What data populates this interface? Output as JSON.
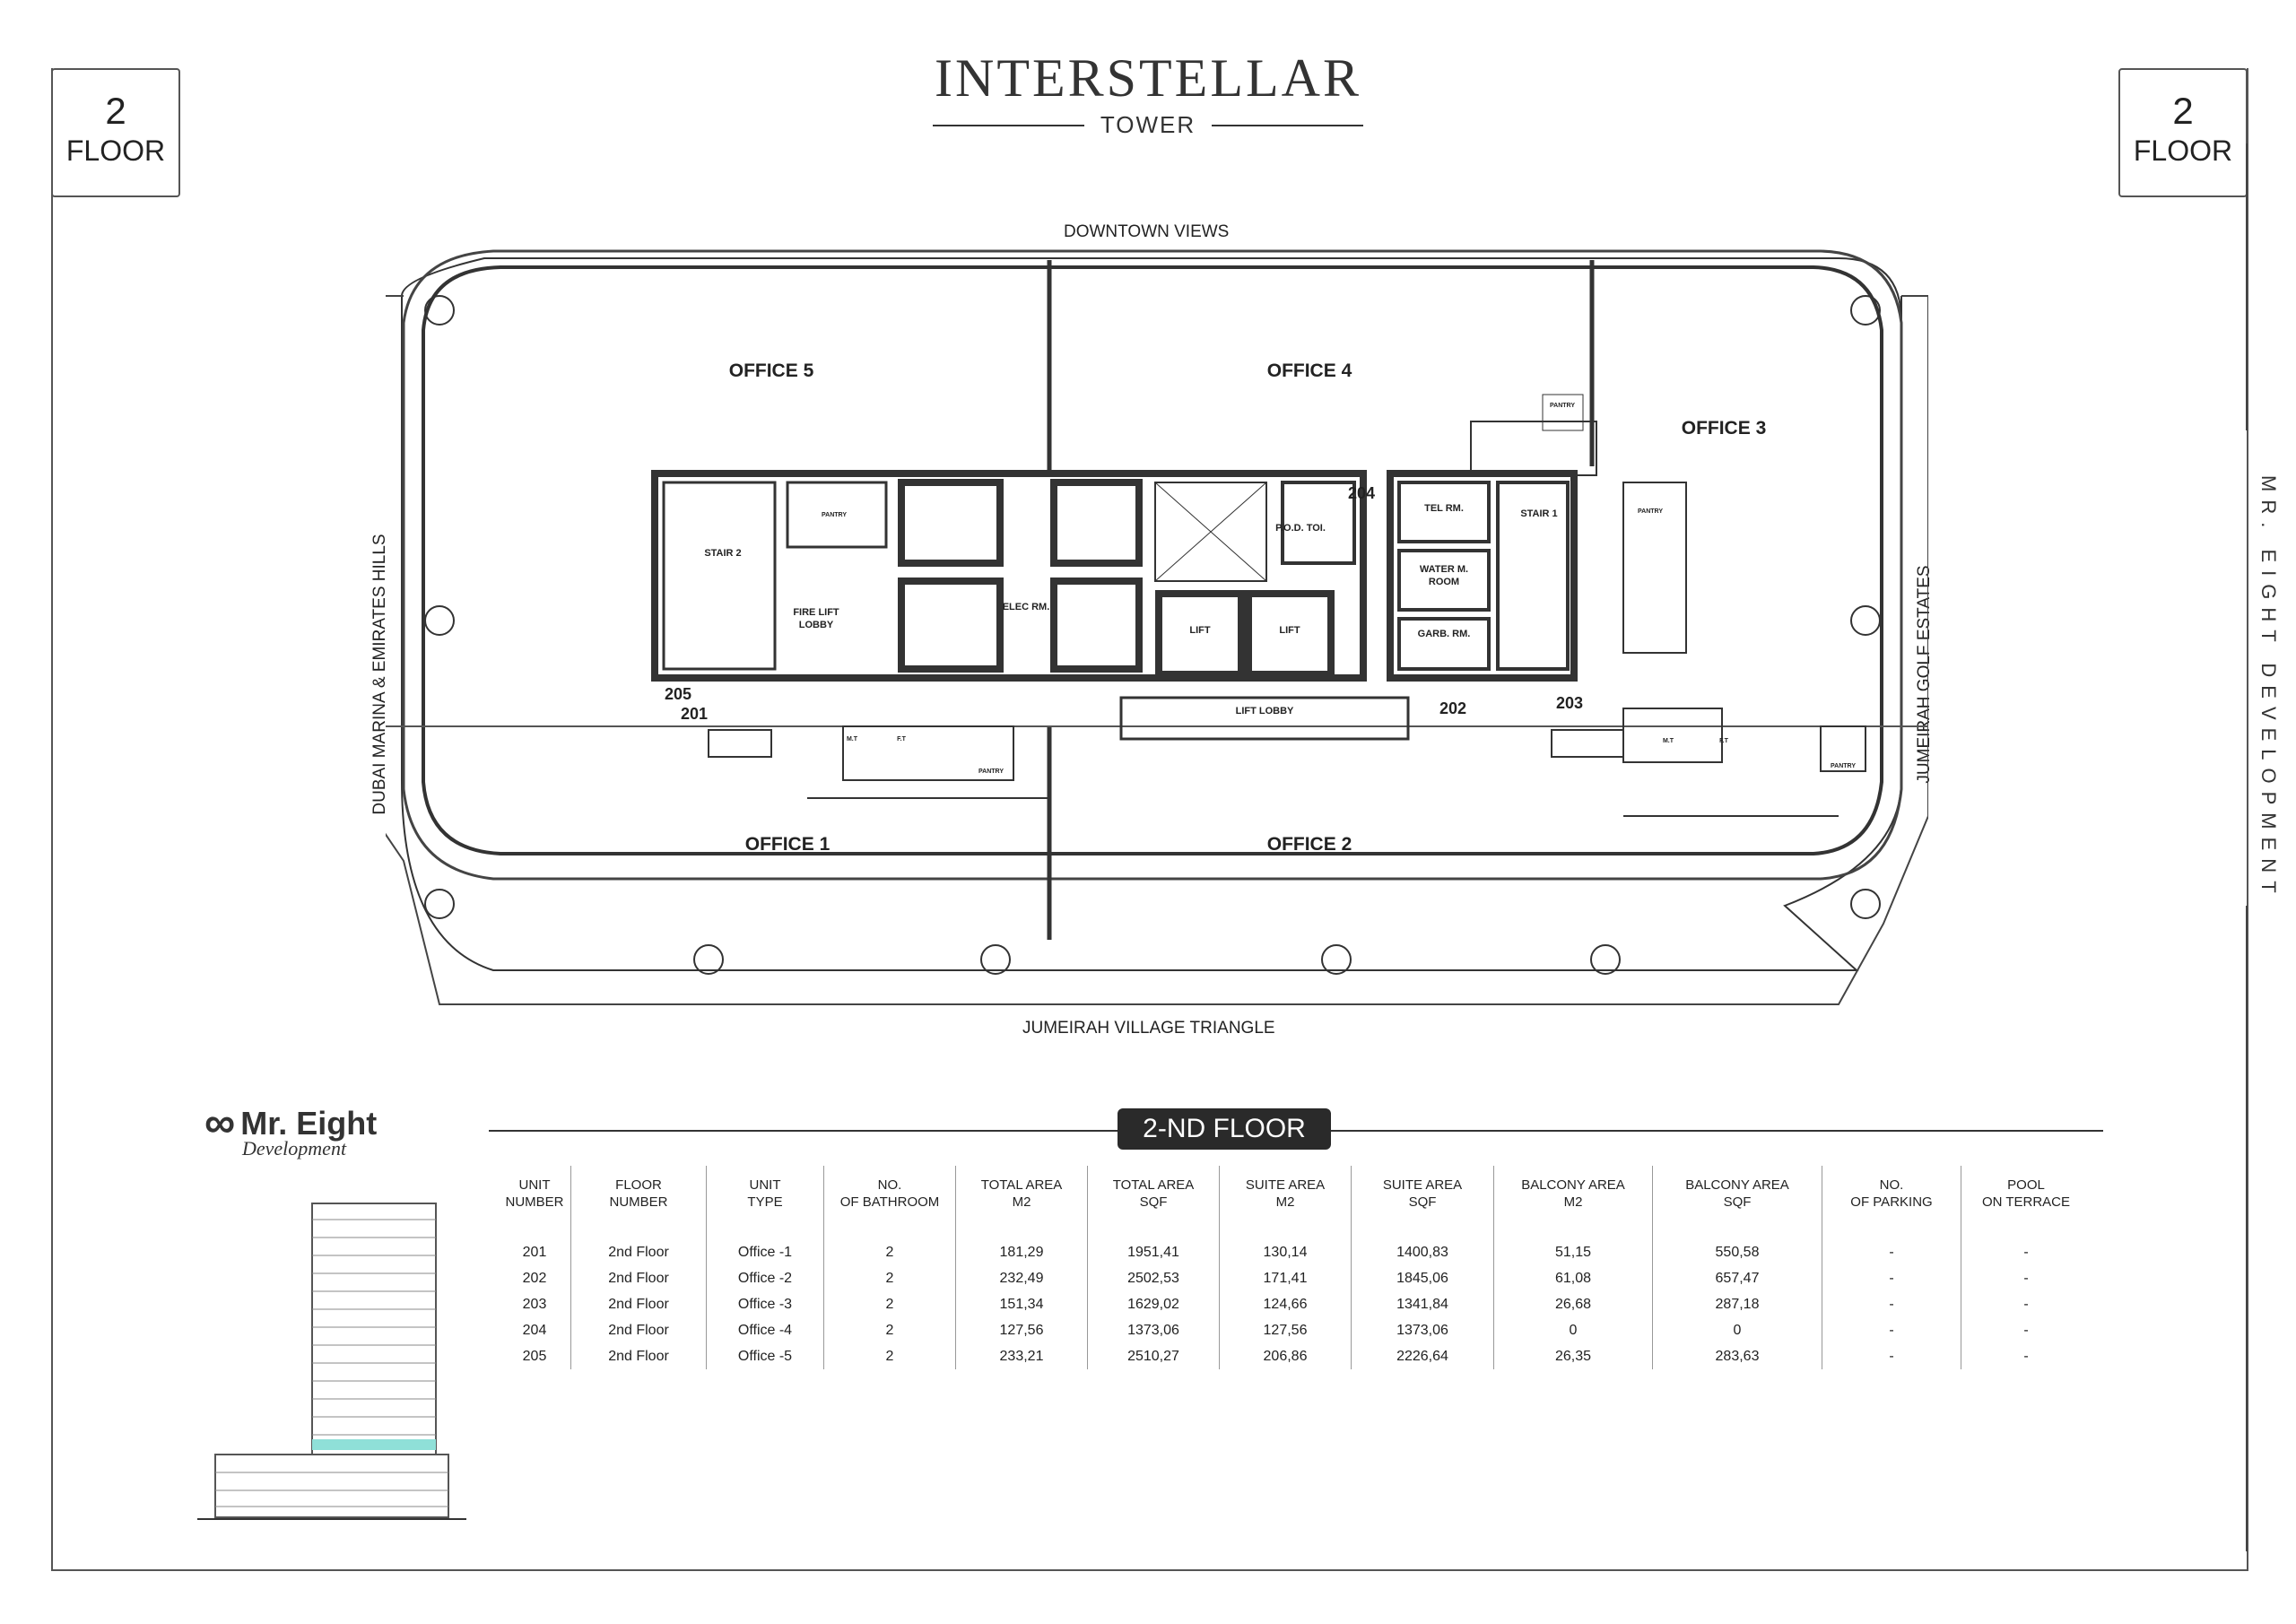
{
  "header": {
    "brand_name": "INTERSTELLAR",
    "brand_sub": "TOWER",
    "left_floor": {
      "number": "2",
      "label": "FLOOR"
    },
    "right_floor": {
      "number": "2",
      "label": "FLOOR"
    }
  },
  "side_text": "MR. EIGHT DEVELOPMENT",
  "directions": {
    "top": "DOWNTOWN VIEWS",
    "bottom": "JUMEIRAH VILLAGE TRIANGLE",
    "left": "DUBAI MARINA & EMIRATES HILLS",
    "right": "JUMEIRAH GOLF ESTATES"
  },
  "plan": {
    "offices": [
      "OFFICE 5",
      "OFFICE 4",
      "OFFICE 3",
      "OFFICE 1",
      "OFFICE 2"
    ],
    "rooms": {
      "stair2": "STAIR 2",
      "pantry": "PANTRY",
      "fire_lift_lobby_1": "FIRE LIFT",
      "fire_lift_lobby_2": "LOBBY",
      "elec": "ELEC RM.",
      "pod_toi": "P.O.D. TOI.",
      "tel": "TEL RM.",
      "water_1": "WATER M.",
      "water_2": "ROOM",
      "garb": "GARB. RM.",
      "stair1": "STAIR 1",
      "lift": "LIFT",
      "lift_lobby": "LIFT LOBBY",
      "mt": "M.T",
      "ft": "F.T"
    },
    "unit_tags": [
      "201",
      "202",
      "203",
      "204",
      "205"
    ]
  },
  "logo": {
    "name": "Mr. Eight",
    "sub": "Development"
  },
  "floor_banner": "2-ND FLOOR",
  "table": {
    "headers": [
      [
        "UNIT",
        "NUMBER"
      ],
      [
        "FLOOR",
        "NUMBER"
      ],
      [
        "UNIT",
        "TYPE"
      ],
      [
        "NO.",
        "OF BATHROOM"
      ],
      [
        "TOTAL AREA",
        "M2"
      ],
      [
        "TOTAL AREA",
        "SQF"
      ],
      [
        "SUITE AREA",
        "M2"
      ],
      [
        "SUITE AREA",
        "SQF"
      ],
      [
        "BALCONY AREA",
        "M2"
      ],
      [
        "BALCONY AREA",
        "SQF"
      ],
      [
        "NO.",
        "OF PARKING"
      ],
      [
        "POOL",
        "ON TERRACE"
      ]
    ],
    "rows": [
      [
        "201",
        "2nd Floor",
        "Office -1",
        "2",
        "181,29",
        "1951,41",
        "130,14",
        "1400,83",
        "51,15",
        "550,58",
        "-",
        "-"
      ],
      [
        "202",
        "2nd Floor",
        "Office -2",
        "2",
        "232,49",
        "2502,53",
        "171,41",
        "1845,06",
        "61,08",
        "657,47",
        "-",
        "-"
      ],
      [
        "203",
        "2nd Floor",
        "Office -3",
        "2",
        "151,34",
        "1629,02",
        "124,66",
        "1341,84",
        "26,68",
        "287,18",
        "-",
        "-"
      ],
      [
        "204",
        "2nd Floor",
        "Office -4",
        "2",
        "127,56",
        "1373,06",
        "127,56",
        "1373,06",
        "0",
        "0",
        "-",
        "-"
      ],
      [
        "205",
        "2nd Floor",
        "Office -5",
        "2",
        "233,21",
        "2510,27",
        "206,86",
        "2226,64",
        "26,35",
        "283,63",
        "-",
        "-"
      ]
    ]
  }
}
